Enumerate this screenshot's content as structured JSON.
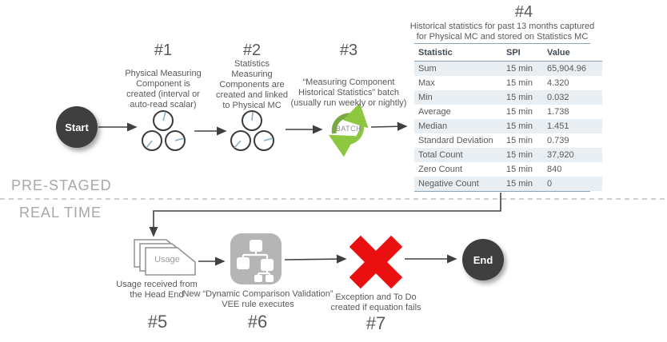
{
  "labels": {
    "pre_staged": "PRE-STAGED",
    "real_time": "REAL TIME"
  },
  "nodes": {
    "start": "Start",
    "end": "End",
    "batch": "BATCH",
    "usage": "Usage"
  },
  "steps": [
    {
      "id": "#1",
      "desc": "Physical Measuring\nComponent is\ncreated (interval or\nauto-read scalar)"
    },
    {
      "id": "#2",
      "desc": "Statistics\nMeasuring\nComponents are\ncreated and linked\nto Physical MC"
    },
    {
      "id": "#3",
      "desc": "“Measuring Component\nHistorical Statistics” batch\n(usually run weekly or nightly)"
    },
    {
      "id": "#4",
      "desc": "Historical statistics for past 13 months captured\nfor Physical MC and stored on Statistics MC"
    },
    {
      "id": "#5",
      "desc": "Usage received from\nthe Head End"
    },
    {
      "id": "#6",
      "desc": "New “Dynamic Comparison Validation”\nVEE rule executes"
    },
    {
      "id": "#7",
      "desc": "Exception and To Do\ncreated if equation fails"
    }
  ],
  "table": {
    "headers": [
      "Statistic",
      "SPI",
      "Value"
    ],
    "rows": [
      [
        "Sum",
        "15 min",
        "65,904.96"
      ],
      [
        "Max",
        "15 min",
        "4.320"
      ],
      [
        "Min",
        "15 min",
        "0.032"
      ],
      [
        "Average",
        "15 min",
        "1.738"
      ],
      [
        "Median",
        "15 min",
        "1.451"
      ],
      [
        "Standard Deviation",
        "15 min",
        "0.739"
      ],
      [
        "Total Count",
        "15 min",
        "37,920"
      ],
      [
        "Zero Count",
        "15 min",
        "840"
      ],
      [
        "Negative Count",
        "15 min",
        "0"
      ]
    ]
  },
  "colors": {
    "node_dark": "#3f3f3f",
    "arrow": "#404040",
    "batch_green_bright": "#8dc63f",
    "batch_green_dark": "#79a840",
    "error_red": "#ea1010",
    "table_band": "#e9eef2",
    "table_border": "#8ca3b5",
    "muted_text": "#595959",
    "section_text": "#a8a8a8",
    "clock_hand": "#8aa9c0",
    "vee_gray": "#b5b5b5"
  }
}
